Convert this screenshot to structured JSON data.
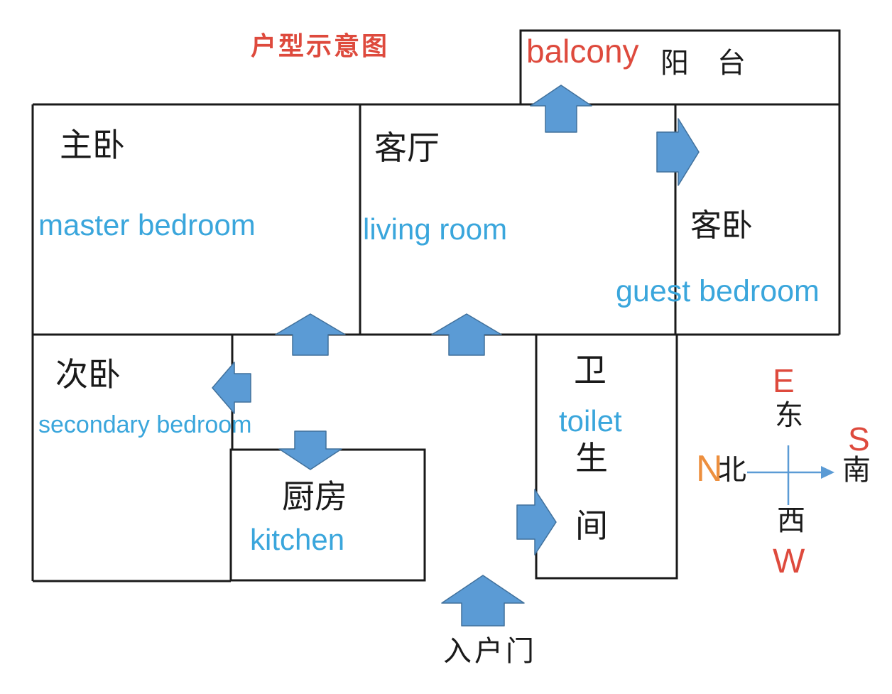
{
  "title": "户型示意图",
  "colors": {
    "red": "#DE4A3D",
    "orange": "#ED8F3E",
    "blue": "#3AA6DC",
    "ink": "#1a1a1a",
    "arrow-fill": "#5B9BD5",
    "arrow-stroke": "#41719C",
    "compass-line": "#5B9BD5"
  },
  "rooms": {
    "balcony": {
      "en": "balcony",
      "zh": "阳　台"
    },
    "master_bedroom": {
      "zh": "主卧",
      "en": "master bedroom"
    },
    "living_room": {
      "zh": "客厅",
      "en": "living room"
    },
    "guest_bedroom": {
      "zh": "客卧",
      "en": "guest bedroom"
    },
    "secondary_bedroom": {
      "zh": "次卧",
      "en": "secondary bedroom"
    },
    "kitchen": {
      "zh": "厨房",
      "en": "kitchen"
    },
    "toilet": {
      "zh_top": "卫",
      "en": "toilet",
      "zh_mid": "生",
      "zh_bottom": "间"
    }
  },
  "entrance": {
    "zh": "入户门"
  },
  "compass": {
    "top_letter": "E",
    "top_zh": "东",
    "right_letter": "S",
    "right_zh": "南",
    "left_letter": "N",
    "left_zh": "北",
    "bottom_zh": "西",
    "bottom_letter": "W"
  },
  "door_arrows": [
    {
      "name": "balcony-door-arrow",
      "direction": "up"
    },
    {
      "name": "guest-bedroom-door-arrow",
      "direction": "right"
    },
    {
      "name": "master-bedroom-door-arrow",
      "direction": "up"
    },
    {
      "name": "living-room-door-arrow",
      "direction": "up"
    },
    {
      "name": "secondary-bedroom-door-arrow",
      "direction": "left"
    },
    {
      "name": "kitchen-door-arrow",
      "direction": "down"
    },
    {
      "name": "toilet-door-arrow",
      "direction": "right"
    },
    {
      "name": "entrance-arrow",
      "direction": "up"
    }
  ]
}
